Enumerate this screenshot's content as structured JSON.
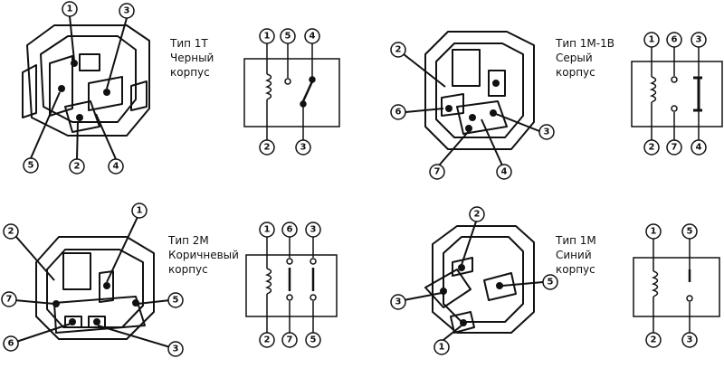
{
  "relays": [
    {
      "type_label": "Тип 1Т",
      "color_label": "Черный",
      "body_label": "корпус",
      "body_pins": [
        "1",
        "3",
        "5",
        "2",
        "4"
      ],
      "schematic_pins": {
        "top": [
          "1",
          "5",
          "4"
        ],
        "bottom": [
          "2",
          "3"
        ]
      }
    },
    {
      "type_label": "Тип 1М-1В",
      "color_label": "Серый",
      "body_label": "корпус",
      "body_pins": [
        "2",
        "6",
        "3",
        "7",
        "4"
      ],
      "schematic_pins": {
        "top": [
          "1",
          "6",
          "3"
        ],
        "bottom": [
          "2",
          "7",
          "4"
        ]
      }
    },
    {
      "type_label": "Тип 2М",
      "color_label": "Коричневый",
      "body_label": "корпус",
      "body_pins": [
        "1",
        "2",
        "7",
        "5",
        "6",
        "3"
      ],
      "schematic_pins": {
        "top": [
          "1",
          "6",
          "3"
        ],
        "bottom": [
          "2",
          "7",
          "5"
        ]
      }
    },
    {
      "type_label": "Тип 1М",
      "color_label": "Синий",
      "body_label": "корпус",
      "body_pins": [
        "2",
        "3",
        "5",
        "1"
      ],
      "schematic_pins": {
        "top": [
          "1",
          "5"
        ],
        "bottom": [
          "2",
          "3"
        ]
      }
    }
  ]
}
